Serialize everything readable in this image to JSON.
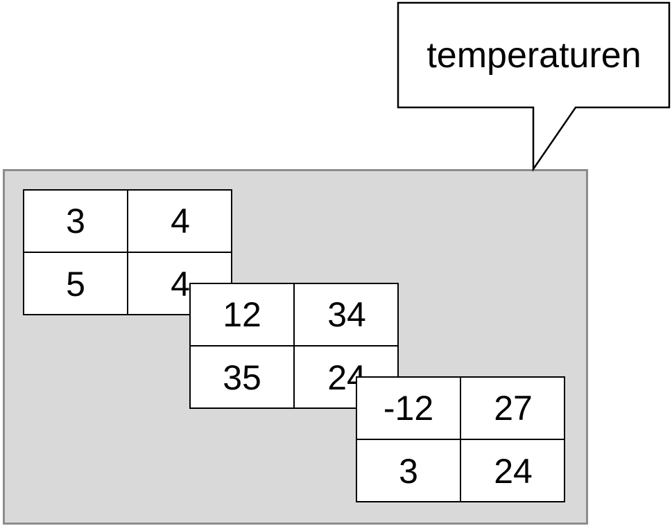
{
  "callout": {
    "label": "temperaturen"
  },
  "matrices": [
    {
      "cells": [
        "3",
        "4",
        "5",
        "4"
      ]
    },
    {
      "cells": [
        "12",
        "34",
        "35",
        "24"
      ]
    },
    {
      "cells": [
        "-12",
        "27",
        "3",
        "24"
      ]
    }
  ],
  "colors": {
    "panel_fill": "#d9d9d9",
    "panel_border": "#8c8c8c",
    "cell_fill": "#ffffff",
    "stroke": "#000000"
  }
}
